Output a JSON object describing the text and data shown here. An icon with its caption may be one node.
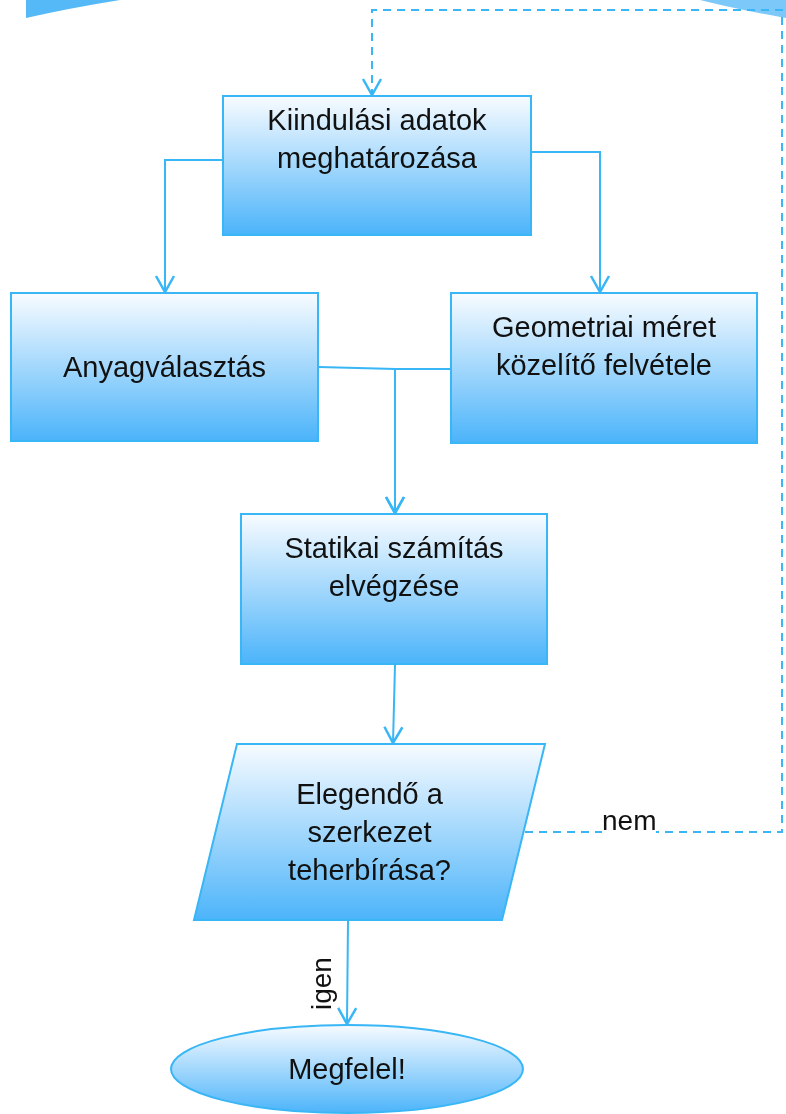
{
  "diagram": {
    "nodes": [
      {
        "text": [
          "Kiindulási adatok meghatározása"
        ]
      },
      {
        "text": [
          "Anyagválasztás"
        ]
      },
      {
        "text": [
          "Geometriai méret közelítő felvétele"
        ]
      },
      {
        "text": [
          "Statikai számítás elvégzése"
        ]
      },
      {
        "text": [
          "Elegendő a szerkezet teherbírása?"
        ]
      },
      {
        "text": [
          "Megfelel!"
        ]
      }
    ],
    "edges": [
      {
        "from": 0,
        "to": 1,
        "arrow": "to"
      },
      {
        "from": 0,
        "to": 2,
        "arrow": "to"
      },
      {
        "from": 1,
        "to": 3,
        "arrow": "to"
      },
      {
        "from": 2,
        "to": 3,
        "arrow": "to"
      },
      {
        "from": 3,
        "to": 4,
        "arrow": "to"
      },
      {
        "from": 4,
        "to": 5,
        "arrow": "to",
        "label": "igen"
      },
      {
        "from": 4,
        "to": 0,
        "arrow": "to",
        "label": "nem",
        "style": "dashed"
      }
    ]
  }
}
